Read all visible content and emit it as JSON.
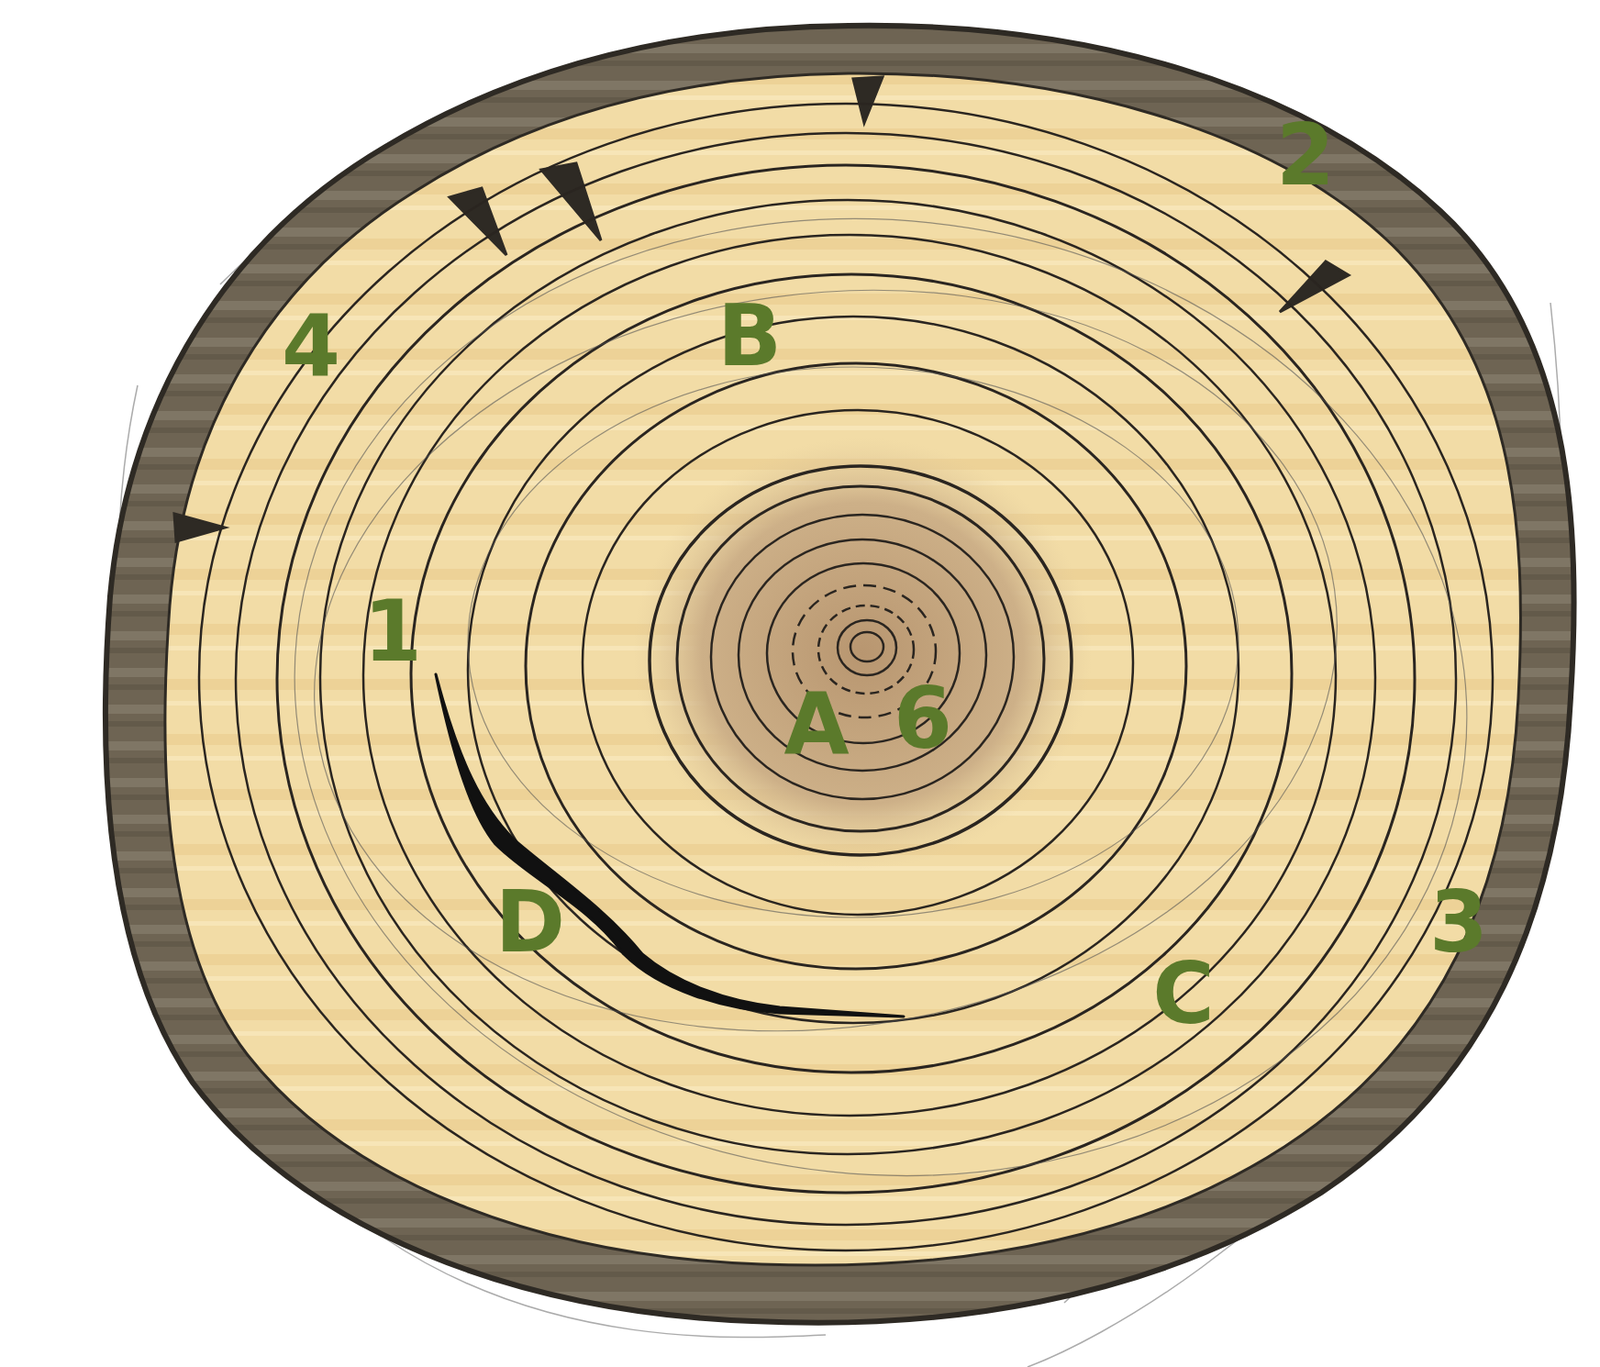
{
  "diagram": {
    "labels": [
      "2",
      "4",
      "B",
      "1",
      "A",
      "6",
      "D",
      "3",
      "C"
    ]
  }
}
